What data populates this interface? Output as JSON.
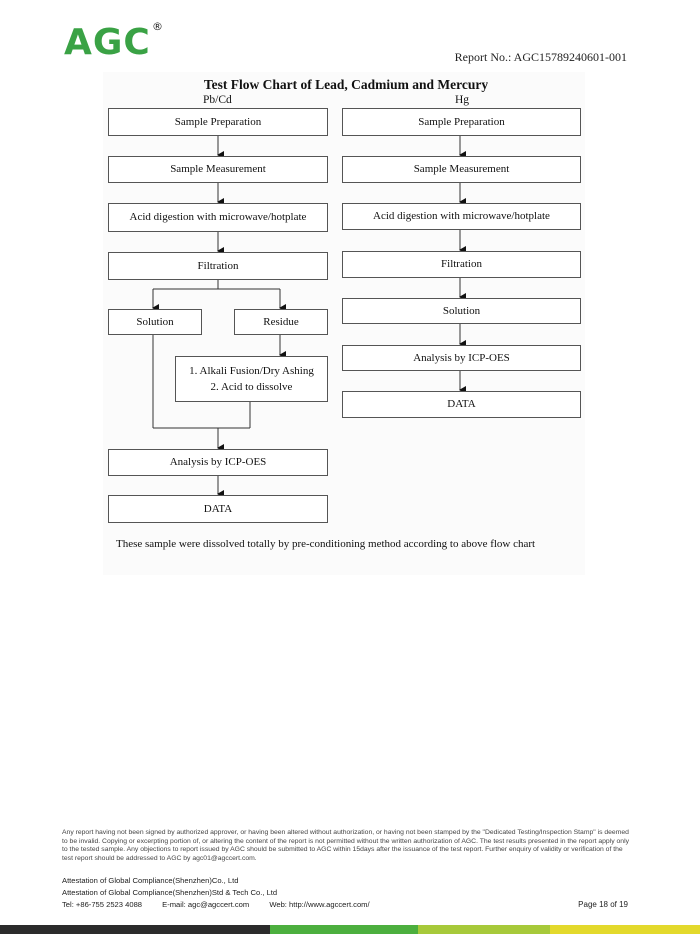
{
  "header": {
    "logo_text": "AGC",
    "registered_mark": "®",
    "report_no": "Report No.: AGC15789240601-001"
  },
  "chart": {
    "title": "Test Flow Chart of Lead, Cadmium and Mercury",
    "left_label": "Pb/Cd",
    "right_label": "Hg",
    "left": {
      "sample_preparation": "Sample Preparation",
      "sample_measurement": "Sample Measurement",
      "acid_digestion": "Acid digestion with microwave/hotplate",
      "filtration": "Filtration",
      "solution": "Solution",
      "residue": "Residue",
      "alkali_line1": "1. Alkali Fusion/Dry Ashing",
      "alkali_line2": "2. Acid to dissolve",
      "analysis": "Analysis by ICP-OES",
      "data": "DATA"
    },
    "right": {
      "sample_preparation": "Sample Preparation",
      "sample_measurement": "Sample Measurement",
      "acid_digestion": "Acid digestion with microwave/hotplate",
      "filtration": "Filtration",
      "solution": "Solution",
      "analysis": "Analysis by ICP-OES",
      "data": "DATA"
    },
    "note": "These sample were dissolved totally by pre-conditioning method according to above flow chart"
  },
  "footer": {
    "disclaimer": "Any report having not been signed by authorized approver, or having been altered without authorization, or having not been stamped by the \"Dedicated Testing/Inspection Stamp\" is deemed to be invalid. Copying or excerpting portion of, or altering the content of the report is not permitted without the written authorization of AGC. The test results presented in the report apply only to the tested sample. Any objections to report issued by AGC should be submitted to AGC within 15days after the issuance of the test report. Further enquiry of validity or verification of the test report should be addressed to AGC by agc01@agccert.com.",
    "company1": "Attestation of Global Compliance(Shenzhen)Co., Ltd",
    "company2": "Attestation of Global Compliance(Shenzhen)Std & Tech Co., Ltd",
    "tel": "Tel: +86-755 2523 4088",
    "email": "E-mail: agc@agccert.com",
    "web": "Web: http://www.agccert.com/",
    "page": "Page 18 of 19"
  },
  "colors": {
    "brand_green": "#3aa245",
    "bar_dark": "#2b2b2b",
    "bar_green": "#4caf3e",
    "bar_lime": "#a7c93a",
    "bar_yellow": "#e3d92c"
  }
}
